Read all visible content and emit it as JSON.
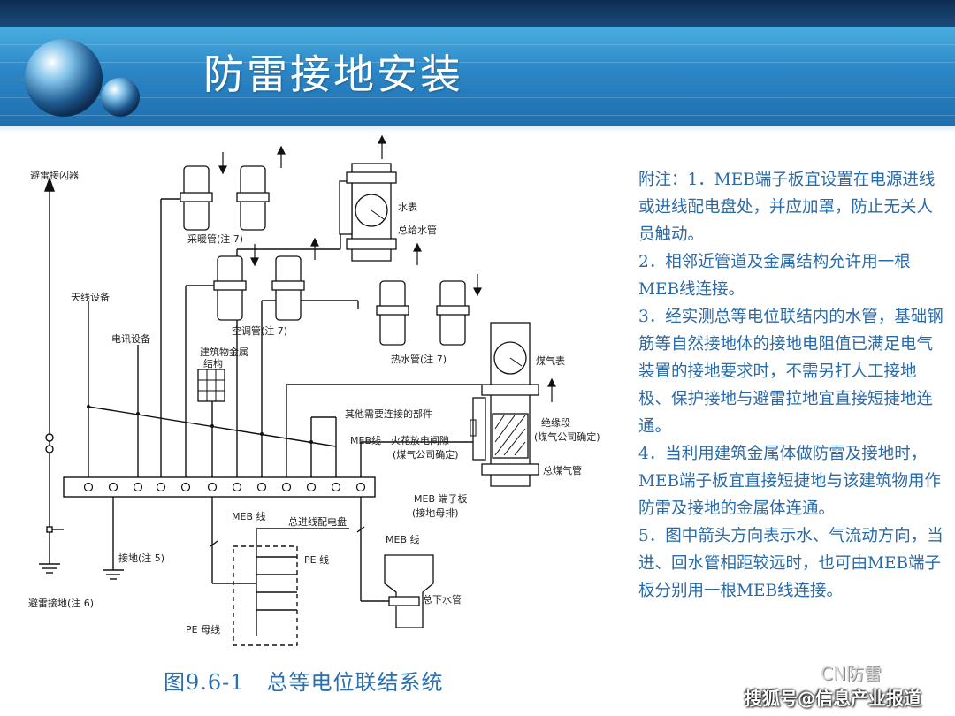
{
  "slide": {
    "title": "防雷接地安装",
    "caption": "图9.6-1　总等电位联结系统"
  },
  "diagram": {
    "labels": {
      "lightning_rod": "避雷接闪器",
      "antenna": "天线设备",
      "telecom": "电讯设备",
      "building_metal": "建筑物金属",
      "building_metal2": "结构",
      "heating_pipe": "采暖管(注 7)",
      "ac_pipe": "空调管(注 7)",
      "hot_water_pipe": "热水管(注 7)",
      "water_meter": "水表",
      "main_water_pipe": "总给水管",
      "gas_meter": "煤气表",
      "insulation_segment": "绝缘段",
      "insulation_segment_note": "(煤气公司确定)",
      "other_parts": "其他需要连接的部件",
      "meb_line": "MEB线",
      "spark_gap": "火花放电间隙",
      "spark_gap_note": "(煤气公司确定)",
      "main_gas_pipe": "总煤气管",
      "meb_terminal": "MEB 端子板",
      "meb_terminal_note": "(接地母排)",
      "meb_line_2": "MEB 线",
      "main_distribution": "总进线配电盘",
      "meb_line_3": "MEB 线",
      "pe_line": "PE 线",
      "pe_busbar": "PE 母线",
      "ground_note5": "接地(注 5)",
      "lightning_ground": "避雷接地(注 6)",
      "main_drain_pipe": "总下水管"
    }
  },
  "notes": [
    "附注：1．MEB端子板宜设置在电源进线或进线配电盘处，并应加罩，防止无关人员触动。",
    "2．相邻近管道及金属结构允许用一根MEB线连接。",
    "3．经实测总等电位联结内的水管，基础钢筋等自然接地体的接地电阻值已满足电气装置的接地要求时，不需另打人工接地极、保护接地与避雷拉地宜直接短捷地连通。",
    "4．当利用建筑金属体做防雷及接地时，MEB端子板宜直接短捷地与该建筑物用作防雷及接地的金属体连通。",
    "5．图中箭头方向表示水、气流动方向，当进、回水管相距较远时，也可由MEB端子板分别用一根MEB线连接。"
  ],
  "watermark": {
    "line1": "CN防雷",
    "line2": "搜狐号@信息产业报道"
  },
  "colors": {
    "banner": "#2b86c6",
    "note_text": "#2a6aa8",
    "line": "#111111"
  }
}
